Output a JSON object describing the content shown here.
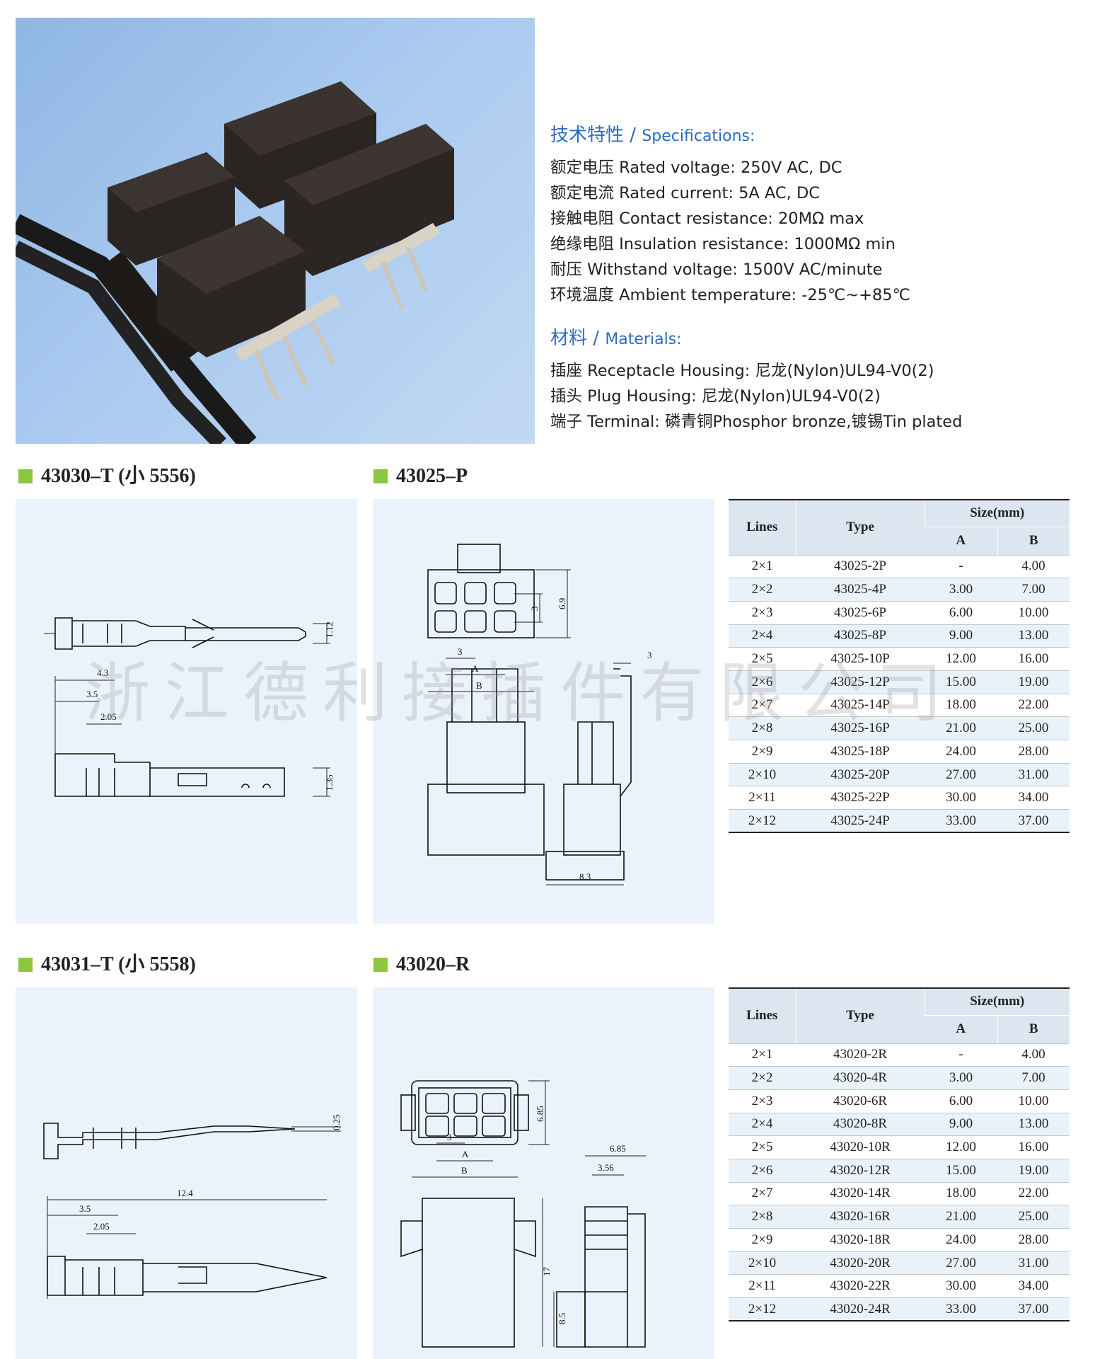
{
  "specs": {
    "heading_cn": "技术特性",
    "heading_en": "Specifications:",
    "lines": [
      "额定电压 Rated voltage: 250V AC, DC",
      "额定电流 Rated current: 5A AC, DC",
      "接触电阻 Contact resistance: 20MΩ max",
      "绝缘电阻 Insulation resistance: 1000MΩ min",
      "耐压 Withstand voltage: 1500V AC/minute",
      "环境温度 Ambient temperature: -25℃~+85℃"
    ]
  },
  "materials": {
    "heading_cn": "材料",
    "heading_en": "Materials:",
    "lines": [
      "插座 Receptacle Housing: 尼龙(Nylon)UL94-V0(2)",
      "插头 Plug Housing: 尼龙(Nylon)UL94-V0(2)",
      "端子 Terminal: 磷青铜Phosphor bronze,镀锡Tin plated"
    ]
  },
  "sections": {
    "t1": "43030–T (小 5556)",
    "p1": "43025–P",
    "t2": "43031–T (小 5558)",
    "r1": "43020–R"
  },
  "watermark": "浙江德利接插件有限公司",
  "dims": {
    "t1": {
      "a": "4.3",
      "b": "3.5",
      "c": "2.05",
      "d": "1.12",
      "e": "1.35"
    },
    "p1": {
      "a": "6.9",
      "b": "3",
      "c": "3",
      "d": "A",
      "e": "B",
      "f": "3",
      "g": "8.3"
    },
    "t2": {
      "a": "0.25",
      "b": "12.4",
      "c": "3.5",
      "d": "2.05"
    },
    "r1": {
      "a": "6.85",
      "b": "3",
      "c": "A",
      "d": "B",
      "e": "6.85",
      "f": "3.56",
      "g": "17",
      "h": "8.5"
    }
  },
  "table_headers": {
    "lines": "Lines",
    "type": "Type",
    "size": "Size(mm)",
    "a": "A",
    "b": "B"
  },
  "table_p": [
    [
      "2×1",
      "43025-2P",
      "-",
      "4.00"
    ],
    [
      "2×2",
      "43025-4P",
      "3.00",
      "7.00"
    ],
    [
      "2×3",
      "43025-6P",
      "6.00",
      "10.00"
    ],
    [
      "2×4",
      "43025-8P",
      "9.00",
      "13.00"
    ],
    [
      "2×5",
      "43025-10P",
      "12.00",
      "16.00"
    ],
    [
      "2×6",
      "43025-12P",
      "15.00",
      "19.00"
    ],
    [
      "2×7",
      "43025-14P",
      "18.00",
      "22.00"
    ],
    [
      "2×8",
      "43025-16P",
      "21.00",
      "25.00"
    ],
    [
      "2×9",
      "43025-18P",
      "24.00",
      "28.00"
    ],
    [
      "2×10",
      "43025-20P",
      "27.00",
      "31.00"
    ],
    [
      "2×11",
      "43025-22P",
      "30.00",
      "34.00"
    ],
    [
      "2×12",
      "43025-24P",
      "33.00",
      "37.00"
    ]
  ],
  "table_r": [
    [
      "2×1",
      "43020-2R",
      "-",
      "4.00"
    ],
    [
      "2×2",
      "43020-4R",
      "3.00",
      "7.00"
    ],
    [
      "2×3",
      "43020-6R",
      "6.00",
      "10.00"
    ],
    [
      "2×4",
      "43020-8R",
      "9.00",
      "13.00"
    ],
    [
      "2×5",
      "43020-10R",
      "12.00",
      "16.00"
    ],
    [
      "2×6",
      "43020-12R",
      "15.00",
      "19.00"
    ],
    [
      "2×7",
      "43020-14R",
      "18.00",
      "22.00"
    ],
    [
      "2×8",
      "43020-16R",
      "21.00",
      "25.00"
    ],
    [
      "2×9",
      "43020-18R",
      "24.00",
      "28.00"
    ],
    [
      "2×10",
      "43020-20R",
      "27.00",
      "31.00"
    ],
    [
      "2×11",
      "43020-22R",
      "30.00",
      "34.00"
    ],
    [
      "2×12",
      "43020-24R",
      "33.00",
      "37.00"
    ]
  ]
}
